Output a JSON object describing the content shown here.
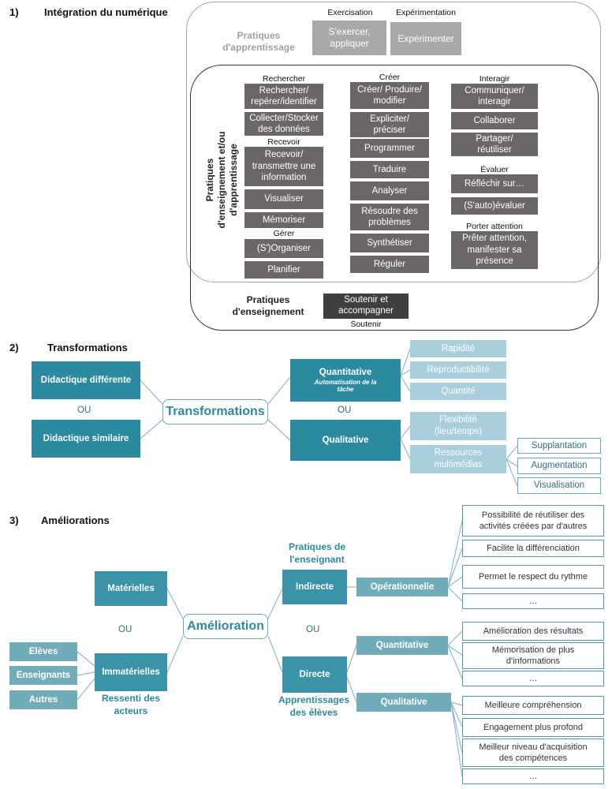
{
  "section1": {
    "number": "1)",
    "title": "Intégration du numérique",
    "learning_label": "Pratiques\nd'apprentissage",
    "rotated_label": "Pratiques\nd'enseignement et/ou\nd'apprentissage",
    "teaching_label": "Pratiques\nd'enseignement",
    "top_groups": [
      {
        "category": "Exercisation",
        "box": "S'exercer,\nappliquer"
      },
      {
        "category": "Expérimentation",
        "box": "Expérimenter"
      }
    ],
    "col1": {
      "cat_rechercher": "Rechercher",
      "box_rechercher": "Rechercher/\nrepérer/identifier",
      "box_collecter": "Collecter/Stocker\ndes données",
      "cat_recevoir": "Recevoir",
      "box_recevoir": "Recevoir/\ntransmettre une\ninformation",
      "box_visualiser": "Visualiser",
      "box_memoriser": "Mémoriser",
      "cat_gerer": "Gérer",
      "box_organiser": "(S')Organiser",
      "box_planifier": "Planifier"
    },
    "col2": {
      "cat_creer": "Créer",
      "box_creer": "Créer/ Produire/\nmodifier",
      "box_expliciter": "Expliciter/\npréciser",
      "box_programmer": "Programmer",
      "box_traduire": "Traduire",
      "box_analyser": "Analyser",
      "box_resoudre": "Résoudre des\nproblèmes",
      "box_synthetiser": "Synthétiser",
      "box_reguler": "Réguler"
    },
    "col3": {
      "cat_interagir": "Interagir",
      "box_communiquer": "Communiquer/\ninteragir",
      "box_collaborer": "Collaborer",
      "box_partager": "Partager/\nréutiliser",
      "cat_evaluer": "Évaluer",
      "box_reflechir": "Réfléchir sur…",
      "box_sautoevaluer": "(S'auto)évaluer",
      "cat_porter": "Porter attention",
      "box_preter": "Prêter attention,\nmanifester sa\nprésence"
    },
    "soutenir_box": "Soutenir et\naccompagner",
    "soutenir_cat": "Soutenir"
  },
  "section2": {
    "number": "2)",
    "title": "Transformations",
    "center": "Transformations",
    "didactique_differente": "Didactique différente",
    "didactique_similaire": "Didactique similaire",
    "ou_left": "OU",
    "ou_right": "OU",
    "quantitative": "Quantitative",
    "quantitative_sub": "Automatisation de la\ntâche",
    "qualitative": "Qualitative",
    "quant_items": [
      "Rapidité",
      "Reproductibilité",
      "Quantité"
    ],
    "flexibilite": "Flexibilité\n(lieu/temps)",
    "ressources": "Ressources\nmultimédias",
    "samr": [
      "Supplantation",
      "Augmentation",
      "Visualisation"
    ]
  },
  "section3": {
    "number": "3)",
    "title": "Améliorations",
    "center": "Amélioration",
    "materielles": "Matérielles",
    "immaterielles": "Immatérielles",
    "ou_left": "OU",
    "ou_right": "OU",
    "actors": [
      "Elèves",
      "Enseignants",
      "Autres"
    ],
    "ressenti": "Ressenti des\nacteurs",
    "pratiques_enseignant": "Pratiques de\nl'enseignant",
    "indirecte": "Indirecte",
    "directe": "Directe",
    "apprentissages": "Apprentissages\ndes élèves",
    "operationnelle": "Opérationnelle",
    "quantitative": "Quantitative",
    "qualitative": "Qualitative",
    "oper_items": [
      "Possibilité de réutiliser  des\nactivités créées par d'autres",
      "Facilite la différenciation",
      "Permet le respect du rythme",
      "…"
    ],
    "quant_items": [
      "Amélioration des résultats",
      "Mémorisation de plus\nd'informations",
      "…"
    ],
    "qual_items": [
      "Meilleure compréhension",
      "Engagement plus profond",
      "Meilleur niveau d'acquisition\ndes compétences",
      "…"
    ]
  },
  "colors": {
    "teal": "#2b8a9f",
    "teal_mid": "#73acb9",
    "light_blue": "#a8cfdb",
    "grey_box": "#6b6768",
    "grey_light_box": "#a9a9a9",
    "dark_box": "#3f3f3f"
  }
}
